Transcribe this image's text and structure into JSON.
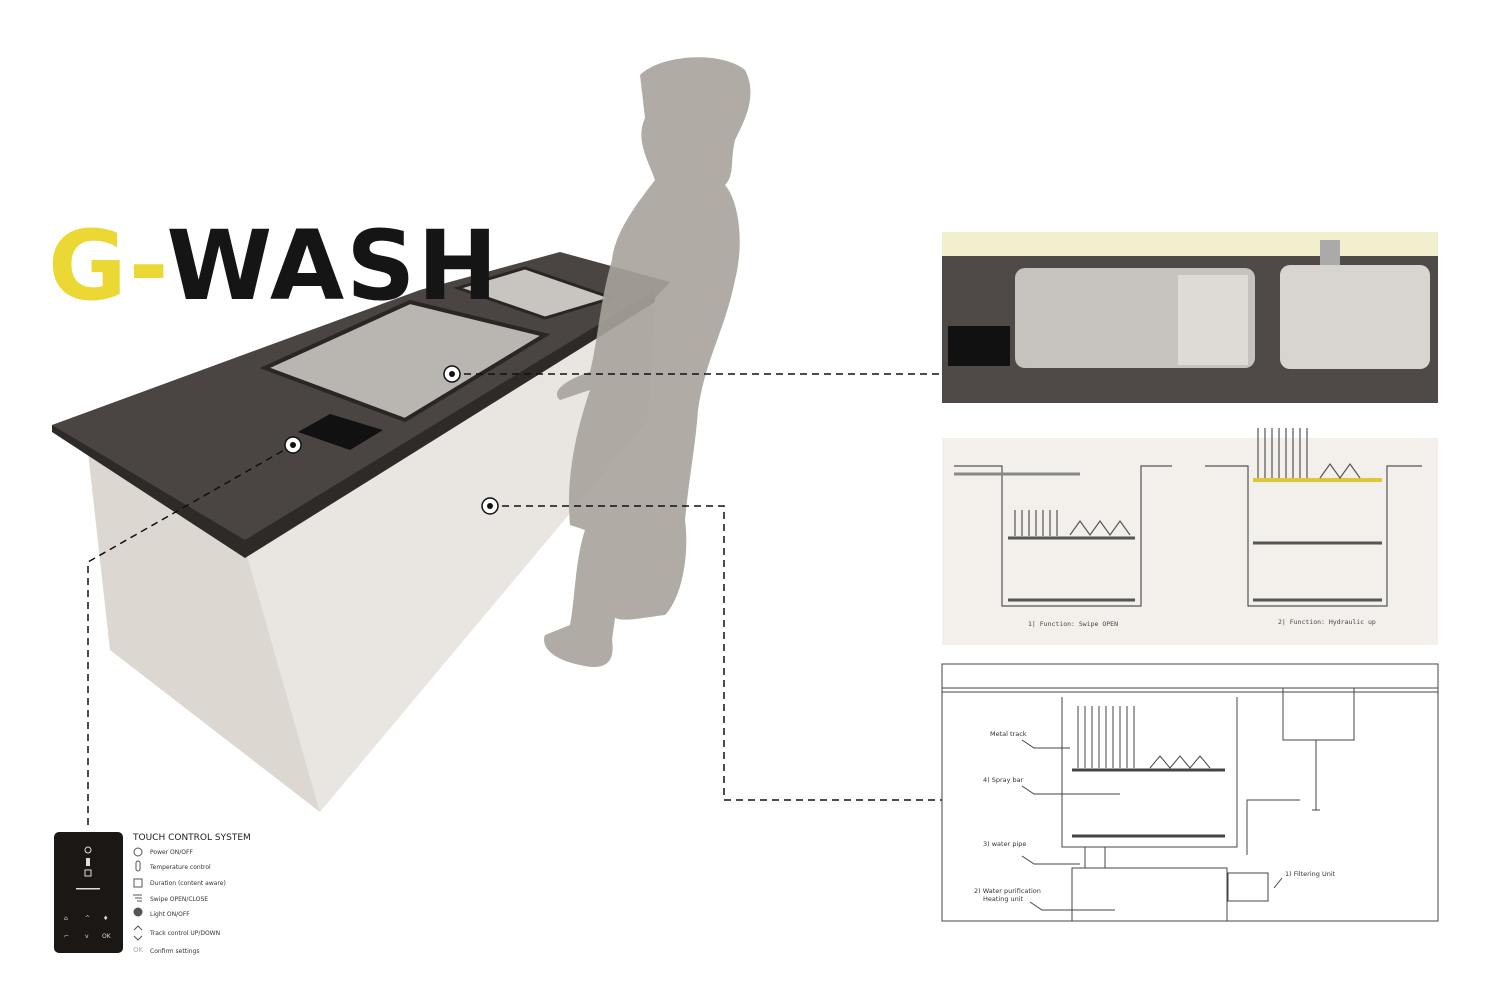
{
  "title": {
    "prefix": "G-",
    "main": "WASH"
  },
  "colors": {
    "accent": "#ecd835",
    "counter_top": "#4a4542",
    "cabinet": "#e8e4df",
    "silhouette": "#a9a29c"
  },
  "touch_control": {
    "heading": "TOUCH CONTROL SYSTEM",
    "items": [
      {
        "icon": "power-icon",
        "label": "Power ON/OFF"
      },
      {
        "icon": "thermometer-icon",
        "label": "Temperature control"
      },
      {
        "icon": "clock-icon",
        "label": "Duration (content aware)"
      },
      {
        "icon": "swipe-icon",
        "label": "Swipe OPEN/CLOSE"
      },
      {
        "icon": "bulb-icon",
        "label": "Light ON/OFF"
      },
      {
        "icon": "chevron-updown-icon",
        "label": "Track control UP/DOWN"
      },
      {
        "icon": "ok-icon",
        "glyph": "OK",
        "label": "Confirm settings"
      }
    ],
    "panel_ok": "OK"
  },
  "functions": [
    {
      "caption": "1| Function: Swipe OPEN"
    },
    {
      "caption": "2| Function: Hydraulic up"
    }
  ],
  "section": {
    "labels": [
      "Metal track",
      "4) Spray bar",
      "3) water pipe",
      "2) Water purification",
      "Heating unit",
      "1) Filtering Unit"
    ]
  }
}
